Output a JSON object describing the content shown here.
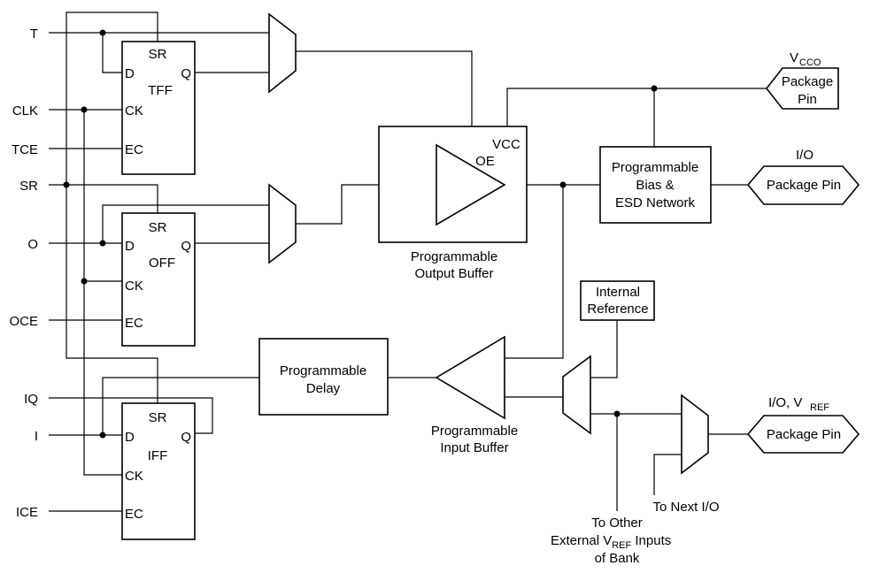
{
  "signals": {
    "t": "T",
    "clk": "CLK",
    "tce": "TCE",
    "sr": "SR",
    "o": "O",
    "oce": "OCE",
    "iq": "IQ",
    "i": "I",
    "ice": "ICE"
  },
  "tff": {
    "sr": "SR",
    "d": "D",
    "q": "Q",
    "name": "TFF",
    "ck": "CK",
    "ec": "EC"
  },
  "off": {
    "sr": "SR",
    "d": "D",
    "q": "Q",
    "name": "OFF",
    "ck": "CK",
    "ec": "EC"
  },
  "iff": {
    "sr": "SR",
    "d": "D",
    "q": "Q",
    "name": "IFF",
    "ck": "CK",
    "ec": "EC"
  },
  "output_buffer": {
    "vcc": "VCC",
    "oe": "OE",
    "caption_1": "Programmable",
    "caption_2": "Output Buffer"
  },
  "bias": {
    "line1": "Programmable",
    "line2": "Bias &",
    "line3": "ESD Network"
  },
  "internal_ref": {
    "line1": "Internal",
    "line2": "Reference"
  },
  "delay": {
    "line1": "Programmable",
    "line2": "Delay"
  },
  "input_buffer": {
    "caption_1": "Programmable",
    "caption_2": "Input Buffer"
  },
  "pins": {
    "vcco_v": "V",
    "vcco_sub": "CCO",
    "vcco_pin_1": "Package",
    "vcco_pin_2": "Pin",
    "io_label": "I/O",
    "io_pin": "Package Pin",
    "ioref_label": "I/O, V",
    "ioref_sub": "REF",
    "ioref_pin": "Package Pin"
  },
  "notes": {
    "next_io": "To Next I/O",
    "other_1": "To Other",
    "other_2a": "External V",
    "other_2sub": "REF",
    "other_2b": " Inputs",
    "other_3": "of Bank"
  }
}
